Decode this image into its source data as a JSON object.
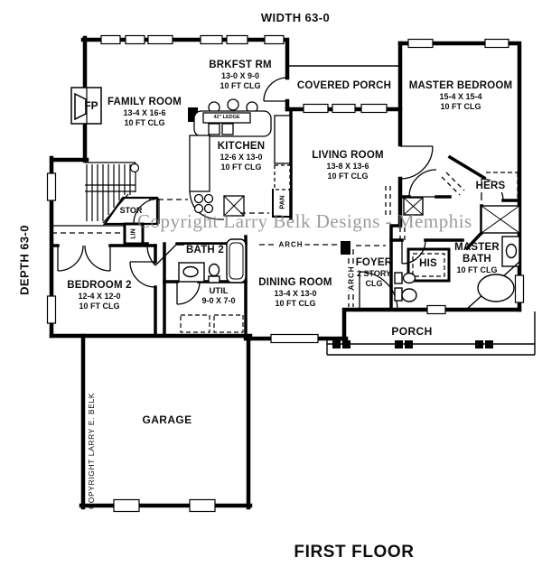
{
  "plan": {
    "top_dimension": "WIDTH 63-0",
    "side_dimension": "DEPTH 63-0",
    "sheet_title": "FIRST FLOOR",
    "watermark": "Copyright Larry Belk Designs - Memphis",
    "side_copyright": "COPYRIGHT LARRY E. BELK",
    "rooms": {
      "family": {
        "name": "FAMILY ROOM",
        "dims": "13-4 X 16-6",
        "clg": "10 FT CLG"
      },
      "brkfst": {
        "name": "BRKFST RM",
        "dims": "13-0 X 9-0",
        "clg": "10 FT CLG"
      },
      "covered_porch": {
        "name": "COVERED PORCH"
      },
      "master_bedroom": {
        "name": "MASTER BEDROOM",
        "dims": "15-4 X 15-4",
        "clg": "10 FT CLG"
      },
      "kitchen": {
        "name": "KITCHEN",
        "dims": "12-6 X 13-0",
        "clg": "10 FT CLG"
      },
      "living": {
        "name": "LIVING ROOM",
        "dims": "13-8 X 13-6",
        "clg": "10 FT CLG"
      },
      "bedroom2": {
        "name": "BEDROOM 2",
        "dims": "12-4 X 12-0",
        "clg": "10 FT CLG"
      },
      "dining": {
        "name": "DINING ROOM",
        "dims": "13-4 X 13-0",
        "clg": "10 FT CLG"
      },
      "util": {
        "name": "UTIL",
        "dims": "9-0 X 7-0"
      },
      "bath2": {
        "name": "BATH 2"
      },
      "foyer": {
        "name": "FOYER",
        "line2": "2 STORY",
        "line3": "CLG"
      },
      "master_bath": {
        "name": "MASTER",
        "line2": "BATH",
        "clg": "10 FT CLG"
      },
      "garage": {
        "name": "GARAGE"
      },
      "porch": {
        "name": "PORCH"
      },
      "hers": {
        "name": "HERS"
      },
      "his": {
        "name": "HIS"
      }
    },
    "annotations": {
      "fireplace": "FP",
      "storage": "STOR",
      "linen": "LIN",
      "pantry": "PAN",
      "ledge": "42\" LEDGE",
      "arch": "ARCH"
    },
    "colors": {
      "wall": "#000000",
      "watermark": "#7a7a7a",
      "background": "#ffffff"
    }
  }
}
